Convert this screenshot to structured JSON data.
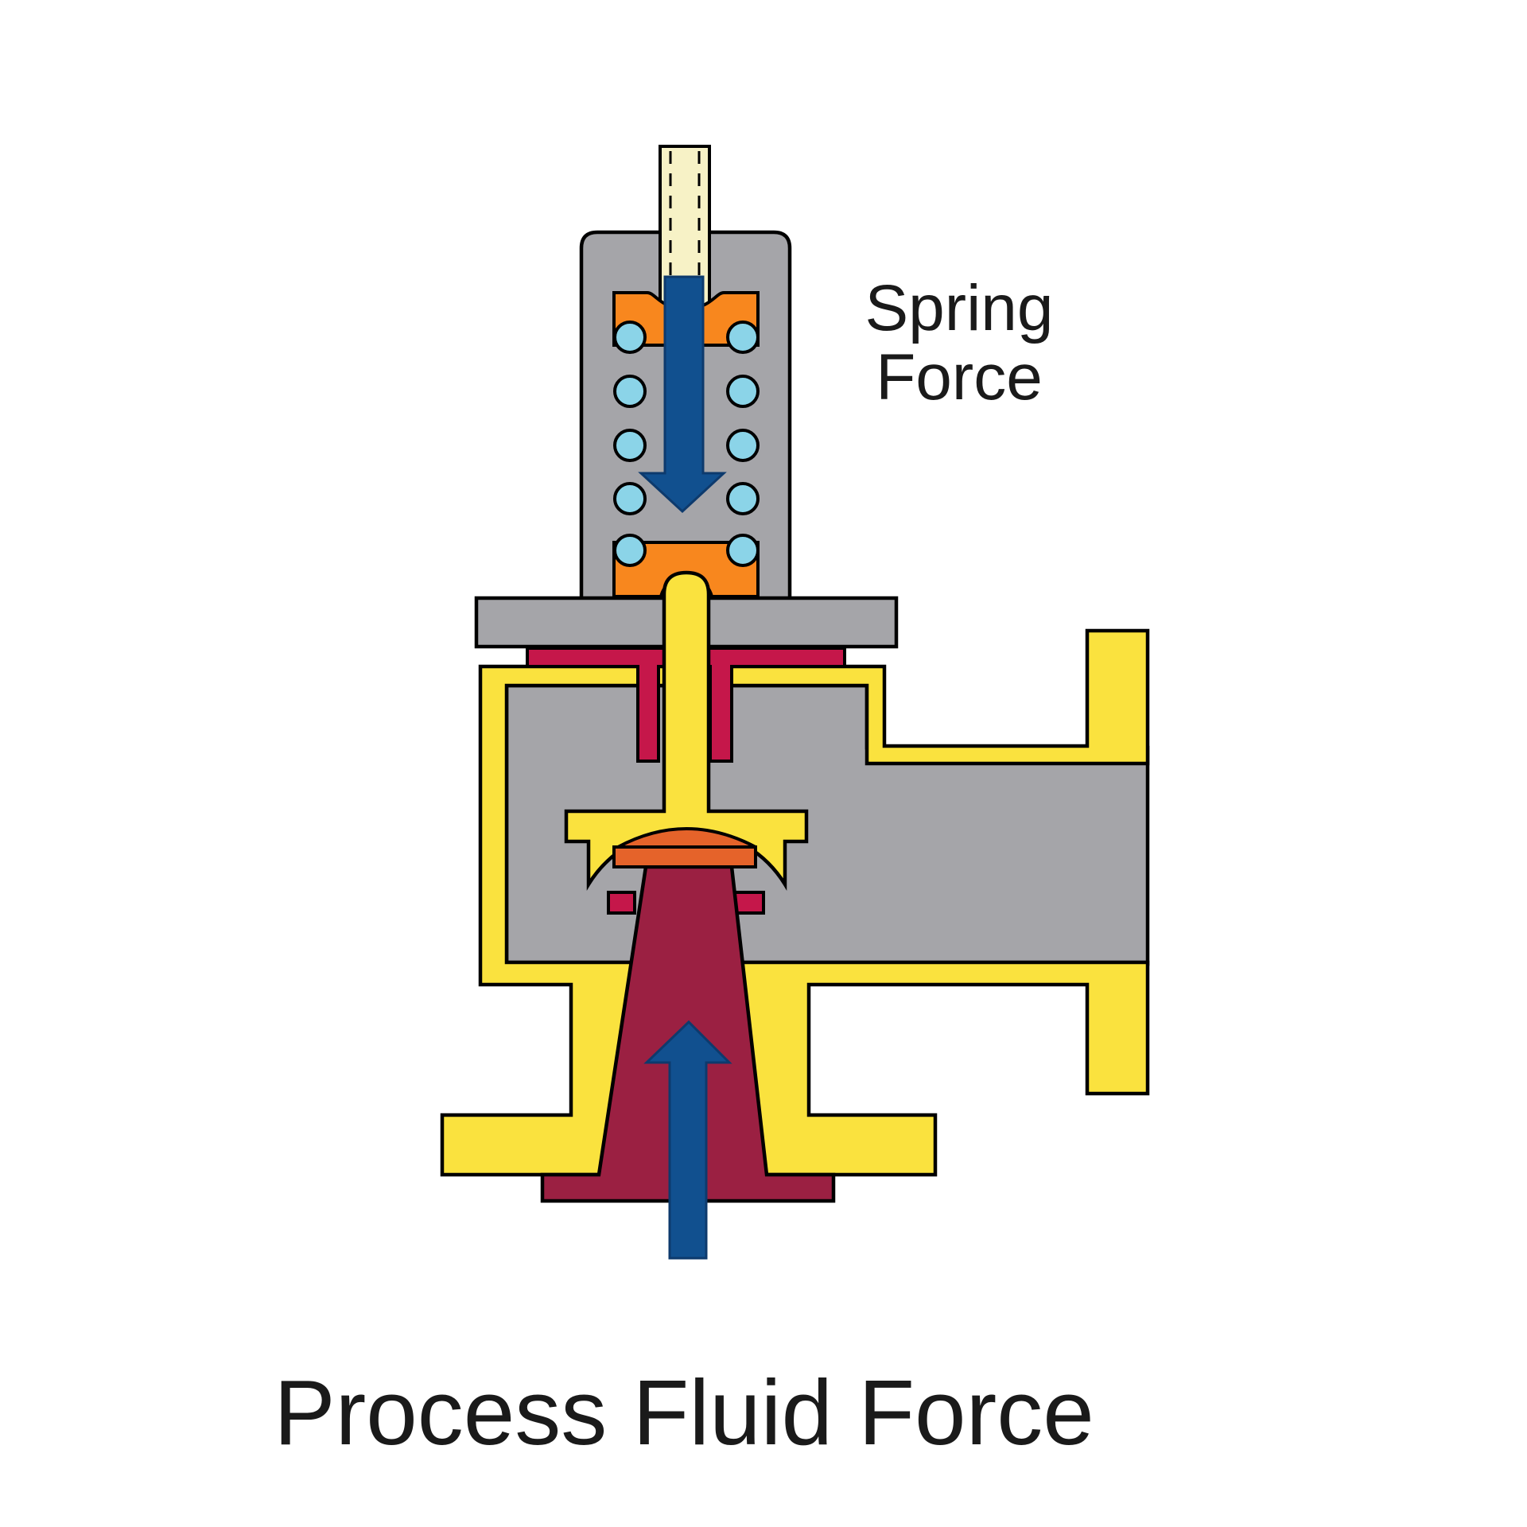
{
  "diagram": {
    "type": "pressure-relief-valve-cross-section",
    "labels": {
      "spring_force_line1": "Spring",
      "spring_force_line2": "Force",
      "process_fluid_force": "Process Fluid Force"
    },
    "colors": {
      "background": "#FFFFFF",
      "outline": "#000000",
      "body_gray": "#A5A5A9",
      "passage_yellow": "#FAE23E",
      "screw_cream": "#F7F2C6",
      "retainer_orange": "#F8871E",
      "disc_orange": "#E5632A",
      "fluid_maroon": "#9B2042",
      "gasket_crimson": "#C5174A",
      "spring_blue": "#8BD4E8",
      "arrow_navy": "#11508F",
      "label_text": "#1A1A1A"
    }
  }
}
